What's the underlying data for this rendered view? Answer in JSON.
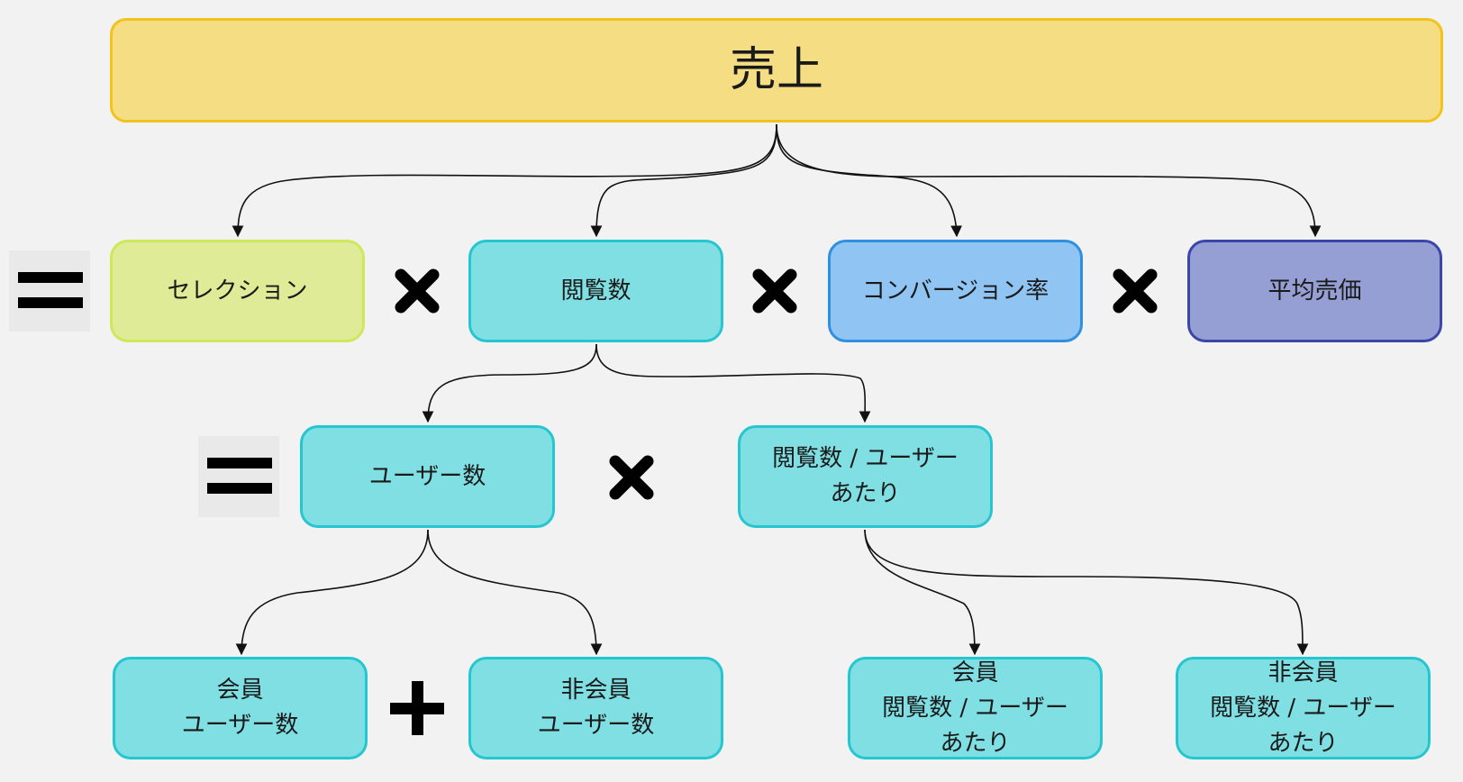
{
  "diagram": {
    "root": "売上",
    "level1": [
      "セレクション",
      "閲覧数",
      "コンバージョン率",
      "平均売価"
    ],
    "level2": [
      "ユーザー数",
      "閲覧数 / ユーザー\nあたり"
    ],
    "level3": [
      "会員\nユーザー数",
      "非会員\nユーザー数",
      "会員\n閲覧数 / ユーザー\nあたり",
      "非会員\n閲覧数 / ユーザー\nあたり"
    ],
    "operators": {
      "row1": [
        "equals-icon",
        "multiply-icon",
        "multiply-icon",
        "multiply-icon"
      ],
      "row2": [
        "equals-icon",
        "multiply-icon"
      ],
      "row3": [
        "plus-icon"
      ]
    }
  }
}
